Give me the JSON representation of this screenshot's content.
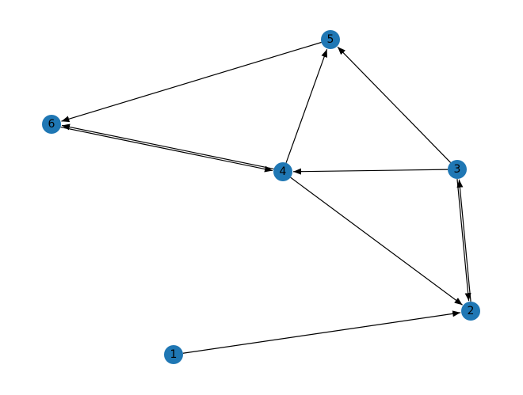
{
  "graph": {
    "directed": true,
    "node_color": "#1f77b4",
    "edge_color": "#000000",
    "label_color": "#000000",
    "nodes": [
      {
        "id": "1",
        "label": "1"
      },
      {
        "id": "2",
        "label": "2"
      },
      {
        "id": "3",
        "label": "3"
      },
      {
        "id": "4",
        "label": "4"
      },
      {
        "id": "5",
        "label": "5"
      },
      {
        "id": "6",
        "label": "6"
      }
    ],
    "edges": [
      {
        "from": "1",
        "to": "2"
      },
      {
        "from": "3",
        "to": "2"
      },
      {
        "from": "2",
        "to": "3"
      },
      {
        "from": "4",
        "to": "2"
      },
      {
        "from": "3",
        "to": "4"
      },
      {
        "from": "3",
        "to": "5"
      },
      {
        "from": "4",
        "to": "5"
      },
      {
        "from": "5",
        "to": "6"
      },
      {
        "from": "4",
        "to": "6"
      },
      {
        "from": "6",
        "to": "4"
      }
    ]
  }
}
